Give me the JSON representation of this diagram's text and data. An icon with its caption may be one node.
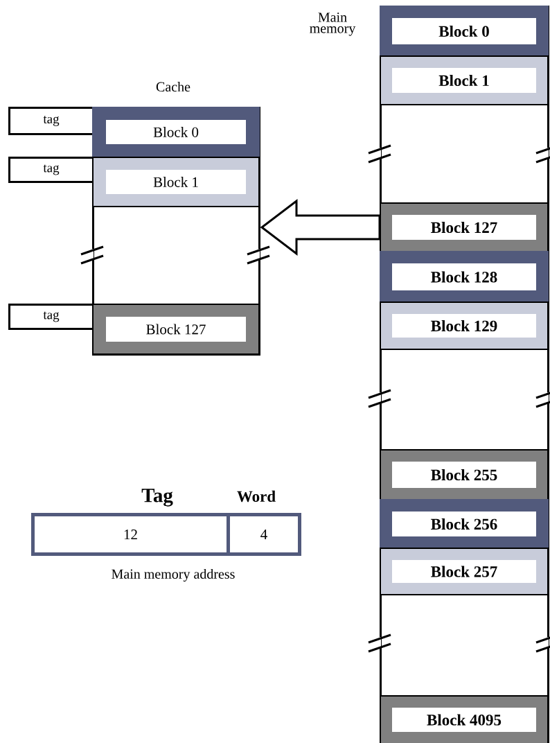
{
  "diagram": {
    "nodes": [
      {
        "text": [
          "Main memory"
        ]
      },
      {
        "text": [
          "Block 0"
        ],
        "in": 0
      },
      {
        "text": [
          "Block 1"
        ],
        "in": 0
      },
      {
        "text": [
          "Block 127"
        ],
        "in": 0
      },
      {
        "text": [
          "Block 128"
        ],
        "in": 0
      },
      {
        "text": [
          "Block 129"
        ],
        "in": 0
      },
      {
        "text": [
          "Block 255"
        ],
        "in": 0
      },
      {
        "text": [
          "Block 256"
        ],
        "in": 0
      },
      {
        "text": [
          "Block 257"
        ],
        "in": 0
      },
      {
        "text": [
          "Block 4095"
        ],
        "in": 0
      },
      {
        "text": [
          "Cache"
        ]
      },
      {
        "text": [
          "tag"
        ]
      },
      {
        "text": [
          "Block 0"
        ],
        "in": 10
      },
      {
        "text": [
          "tag"
        ]
      },
      {
        "text": [
          "Block 1"
        ],
        "in": 10
      },
      {
        "text": [
          "tag"
        ]
      },
      {
        "text": [
          "Block 127"
        ],
        "in": 10
      },
      {
        "text": [
          "Tag",
          "12"
        ]
      },
      {
        "text": [
          "Word",
          "4"
        ]
      }
    ],
    "edges": [
      {
        "from": 3,
        "to": 10,
        "arrow": "to"
      }
    ],
    "labels": [
      "Main memory address"
    ]
  }
}
